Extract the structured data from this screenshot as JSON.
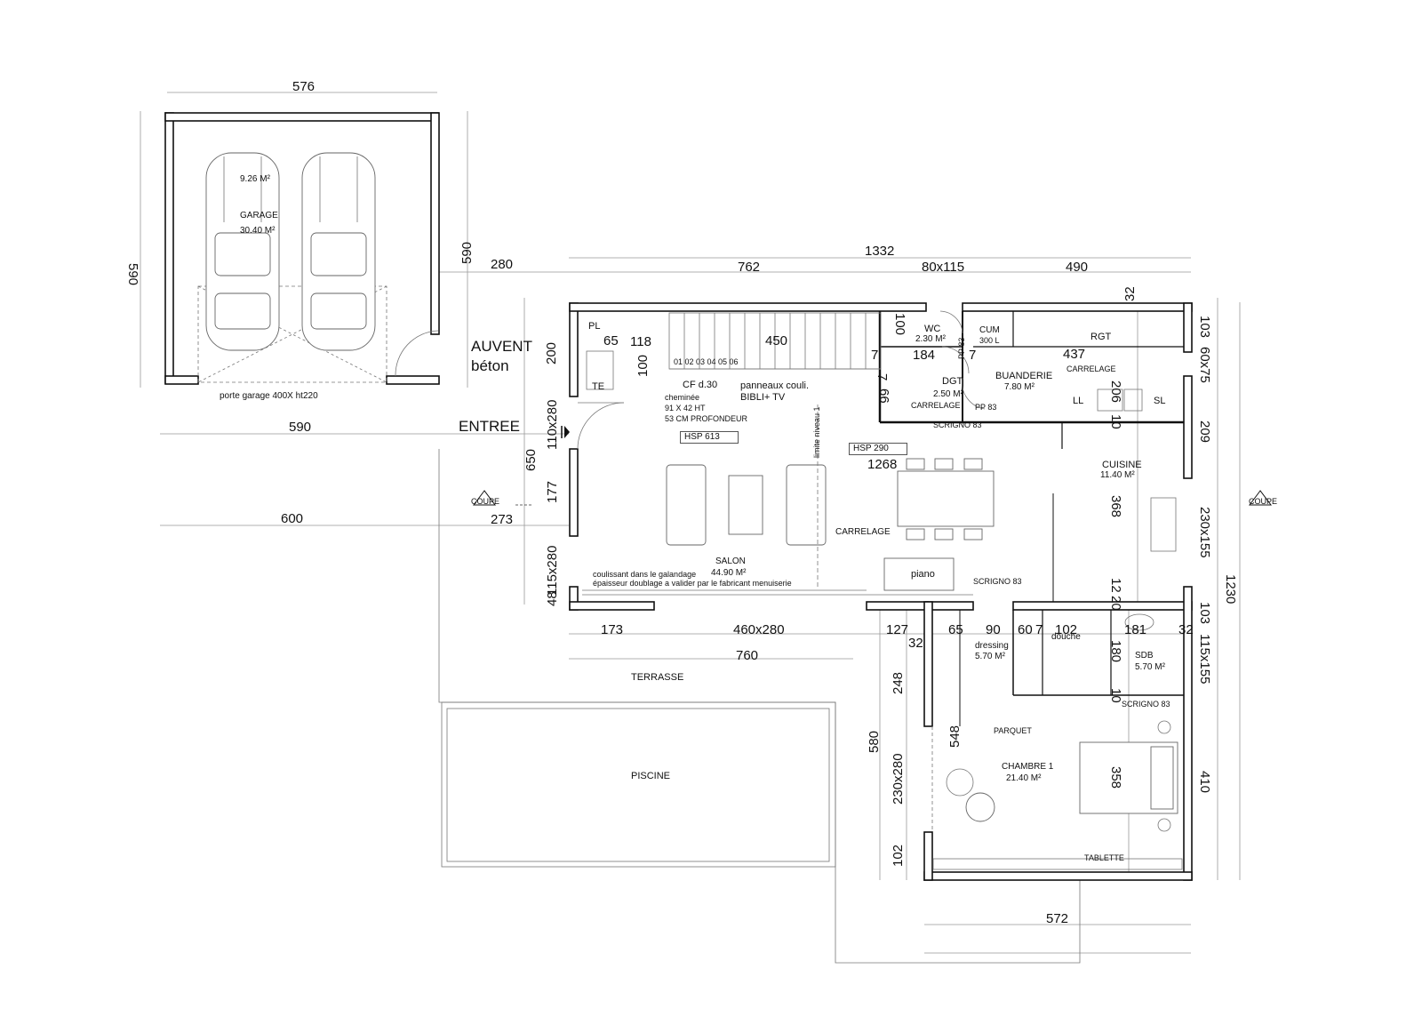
{
  "rooms": {
    "garage": {
      "name": "GARAGE",
      "area": "30.40 M²",
      "bay_area": "9.26 M²",
      "door": "porte garage 400X ht220"
    },
    "auvent": {
      "line1": "AUVENT",
      "line2": "béton"
    },
    "entree": "ENTREE",
    "pl": "PL",
    "te": "TE",
    "salon": {
      "name": "SALON",
      "area": "44.90 M²"
    },
    "wc": {
      "name": "WC",
      "area": "2.30 M²"
    },
    "cum": {
      "name": "CUM",
      "detail": "300 L"
    },
    "rgt": "RGT",
    "dgt": {
      "name": "DGT",
      "area": "2.50 M²"
    },
    "buanderie": {
      "name": "BUANDERIE",
      "area": "7.80 M²"
    },
    "cuisine": {
      "name": "CUISINE",
      "area": "11.40 M²"
    },
    "dressing": {
      "name": "dressing",
      "area": "5.70 M²"
    },
    "douche": "douche",
    "sdb": {
      "name": "SDB",
      "area": "5.70 M²"
    },
    "chambre1": {
      "name": "CHAMBRE 1",
      "area": "21.40 M²"
    },
    "terrasse": "TERRASSE",
    "piscine": "PISCINE"
  },
  "notes": {
    "ll": "LL",
    "sl": "SL",
    "carrelage": "CARRELAGE",
    "parquet": "PARQUET",
    "tablette": "TABLETTE",
    "piano": "piano",
    "cf": "CF d.30",
    "panneaux1": "panneaux couli.",
    "panneaux2": "BIBLI+ TV",
    "cheminee1": "cheminée",
    "cheminee2": "91 X 42 HT",
    "cheminee3": "53 CM PROFONDEUR",
    "hsp613": "HSP 613",
    "hsp290": "HSP 290",
    "limite": "limite niveau 1",
    "stairs": "01 02 03 04 05 06",
    "coulissant1": "coulissant dans le galandage",
    "coulissant2": "épaisseur doublage a valider par le fabricant menuiserie",
    "scrigno": "SCRIGNO 83",
    "pp83": "PP 83",
    "coupe": "COUPE"
  },
  "dimensions": {
    "g576": "576",
    "g590v": "590",
    "g590v2": "590",
    "d280": "280",
    "d590h": "590",
    "d600": "600",
    "d1332": "1332",
    "d762": "762",
    "d80x115": "80x115",
    "d490": "490",
    "d32": "32",
    "d100": "100",
    "d65": "65",
    "d118": "118",
    "d450": "450",
    "d7a": "7",
    "d184": "184",
    "d7b": "7",
    "d437": "437",
    "d200": "200",
    "d100b": "100",
    "d7c": "7",
    "d66": "66",
    "d206": "206",
    "d10a": "10",
    "d110x280": "110x280",
    "d650": "650",
    "d177": "177",
    "d273": "273",
    "d1268": "1268",
    "d115x280": "115x280",
    "d48": "48",
    "d368": "368",
    "d12": "12",
    "d20": "20",
    "d173": "173",
    "d460x280": "460x280",
    "d127": "127",
    "d65b": "65",
    "d90": "90",
    "d60": "60",
    "d7d": "7",
    "d102": "102",
    "d181": "181",
    "d32b": "32",
    "d32c": "32",
    "d760": "760",
    "d180": "180",
    "d10b": "10",
    "d248": "248",
    "d580": "580",
    "d548": "548",
    "d230x280": "230x280",
    "d102b": "102",
    "d358": "358",
    "d572": "572",
    "r103": "103",
    "r60x75": "60x75",
    "r209": "209",
    "r230x155": "230x155",
    "r1230": "1230",
    "r103b": "103",
    "r115x155": "115x155",
    "r410": "410"
  }
}
